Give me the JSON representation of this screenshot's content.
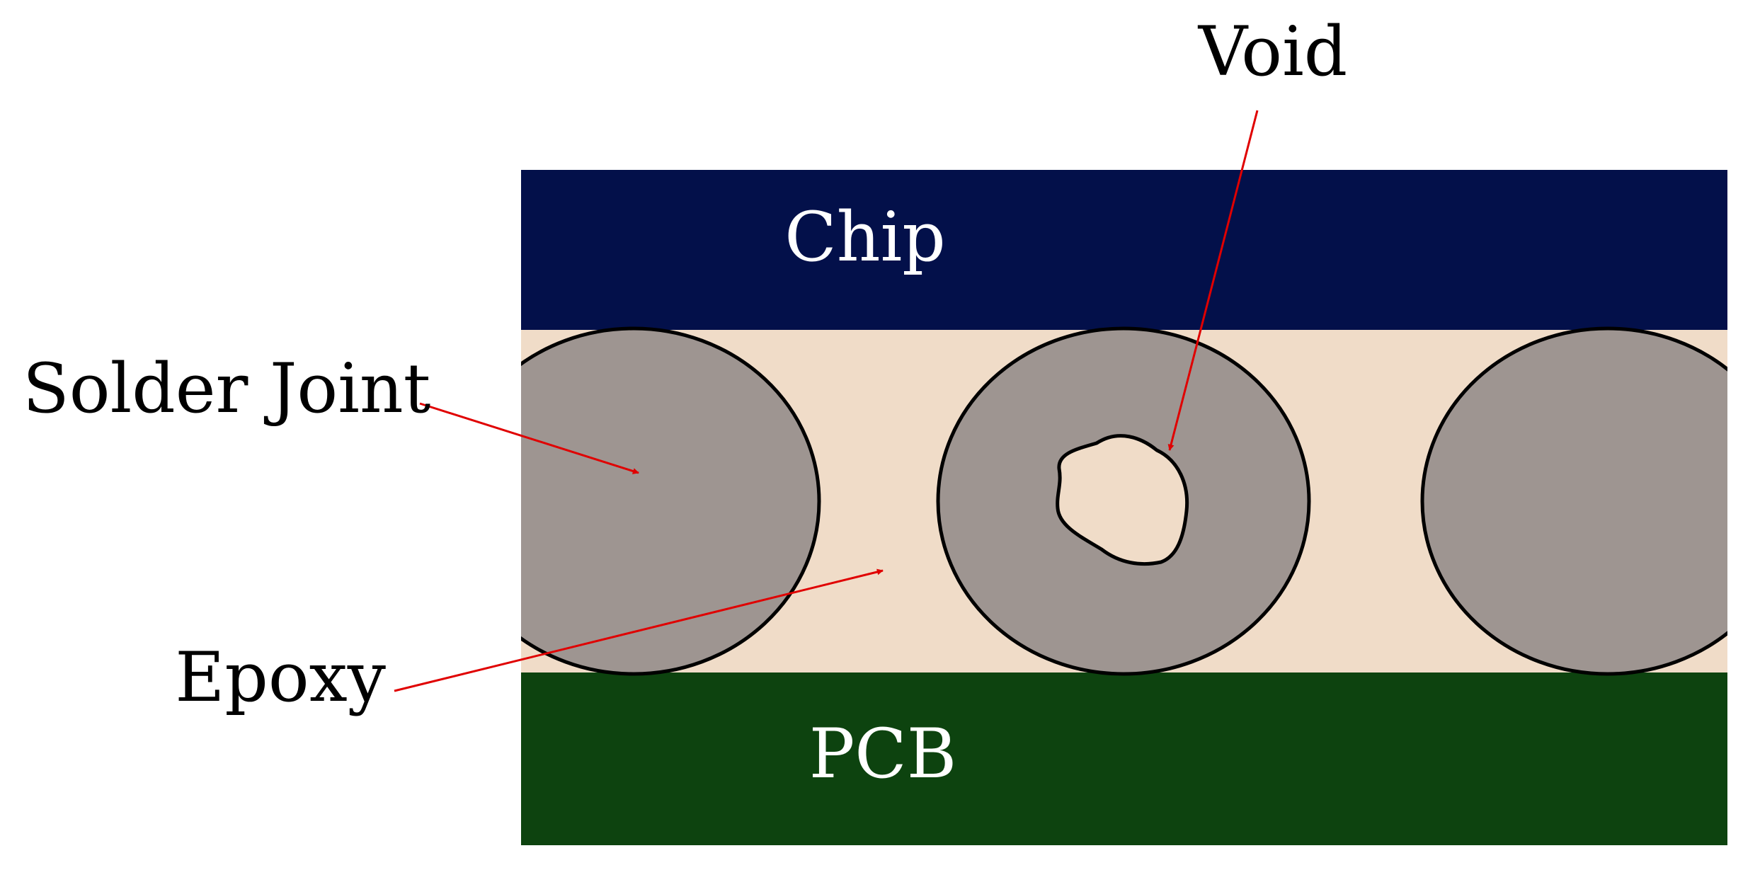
{
  "labels": {
    "chip": "Chip",
    "pcb": "PCB",
    "void": "Void",
    "solder_joint": "Solder Joint",
    "epoxy": "Epoxy"
  },
  "colors": {
    "chip": "#03104a",
    "pcb": "#0d430f",
    "epoxy": "#f0dcc8",
    "solder": "#9e9591",
    "void_fill": "#f0dcc8",
    "outline": "#000000",
    "arrow": "#e00000",
    "label_dark": "#000000",
    "label_light": "#ffffff"
  }
}
